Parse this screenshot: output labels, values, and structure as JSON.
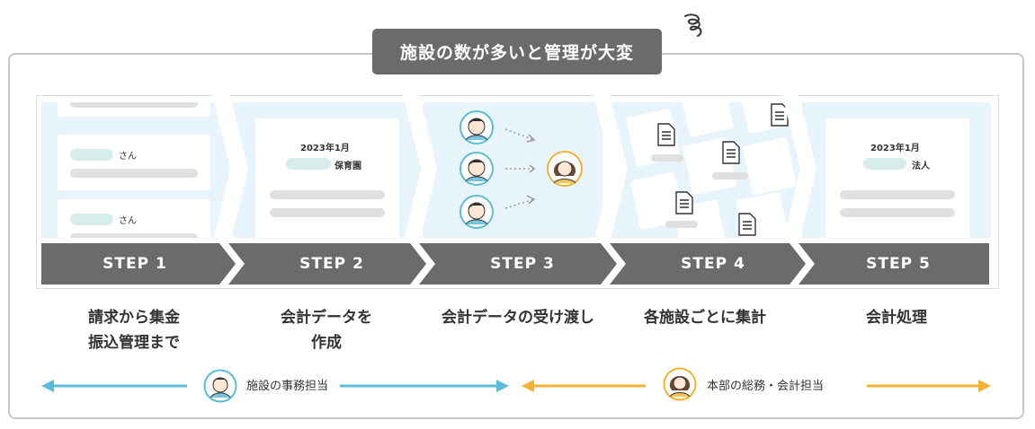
{
  "header": {
    "title": "施設の数が多いと管理が大変"
  },
  "steps": [
    {
      "label": "STEP 1",
      "description_line1": "請求から集金",
      "description_line2": "振込管理まで"
    },
    {
      "label": "STEP 2",
      "description_line1": "会計データを",
      "description_line2": "作成"
    },
    {
      "label": "STEP 3",
      "description_line1": "会計データの受け渡し",
      "description_line2": ""
    },
    {
      "label": "STEP 4",
      "description_line1": "各施設ごとに集計",
      "description_line2": ""
    },
    {
      "label": "STEP 5",
      "description_line1": "会計処理",
      "description_line2": ""
    }
  ],
  "panel1": {
    "suffix1": "さん",
    "suffix2": "さん"
  },
  "panel2": {
    "date": "2023年1月",
    "name_suffix": "保育園"
  },
  "panel5": {
    "date": "2023年1月",
    "name_suffix": "法人"
  },
  "roles": {
    "facility": {
      "label": "施設の事務担当",
      "color": "#5bbcd9"
    },
    "hq": {
      "label": "本部の総務・会計担当",
      "color": "#f2b233"
    }
  },
  "icons": [
    "squiggle-icon",
    "person-male-icon",
    "person-female-icon",
    "document-icon"
  ]
}
